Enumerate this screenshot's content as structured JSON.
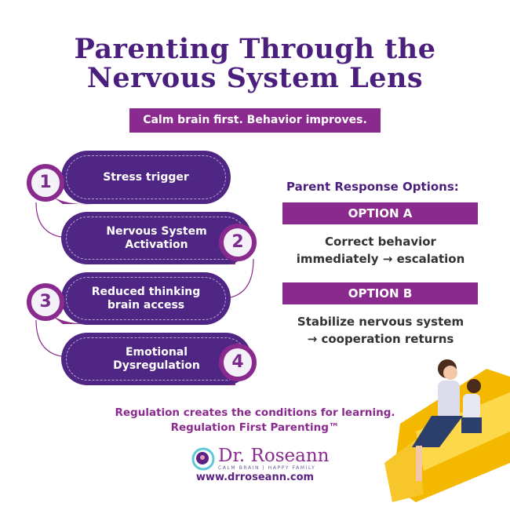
{
  "title": {
    "line1": "Parenting Through the",
    "line2": "Nervous System Lens"
  },
  "subtitle": "Calm brain first. Behavior improves.",
  "steps": [
    {
      "number": "1",
      "line1": "Stress trigger",
      "line2": ""
    },
    {
      "number": "2",
      "line1": "Nervous System",
      "line2": "Activation"
    },
    {
      "number": "3",
      "line1": "Reduced thinking",
      "line2": "brain access"
    },
    {
      "number": "4",
      "line1": "Emotional",
      "line2": "Dysregulation"
    }
  ],
  "options": {
    "heading": "Parent Response Options:",
    "a": {
      "label": "OPTION A",
      "line1": "Correct behavior",
      "line2": "immediately → escalation"
    },
    "b": {
      "label": "OPTION B",
      "line1": "Stabilize nervous system",
      "line2": "→ cooperation returns"
    }
  },
  "footer": {
    "line1": "Regulation creates the conditions for learning.",
    "line2": "Regulation First Parenting™"
  },
  "logo": {
    "name": "Dr. Roseann",
    "tagline": "CALM BRAIN | HAPPY FAMILY",
    "url": "www.drroseann.com"
  },
  "colors": {
    "primary": "#4f2683",
    "accent": "#8b2a8e",
    "sofa": "#f5c518"
  }
}
